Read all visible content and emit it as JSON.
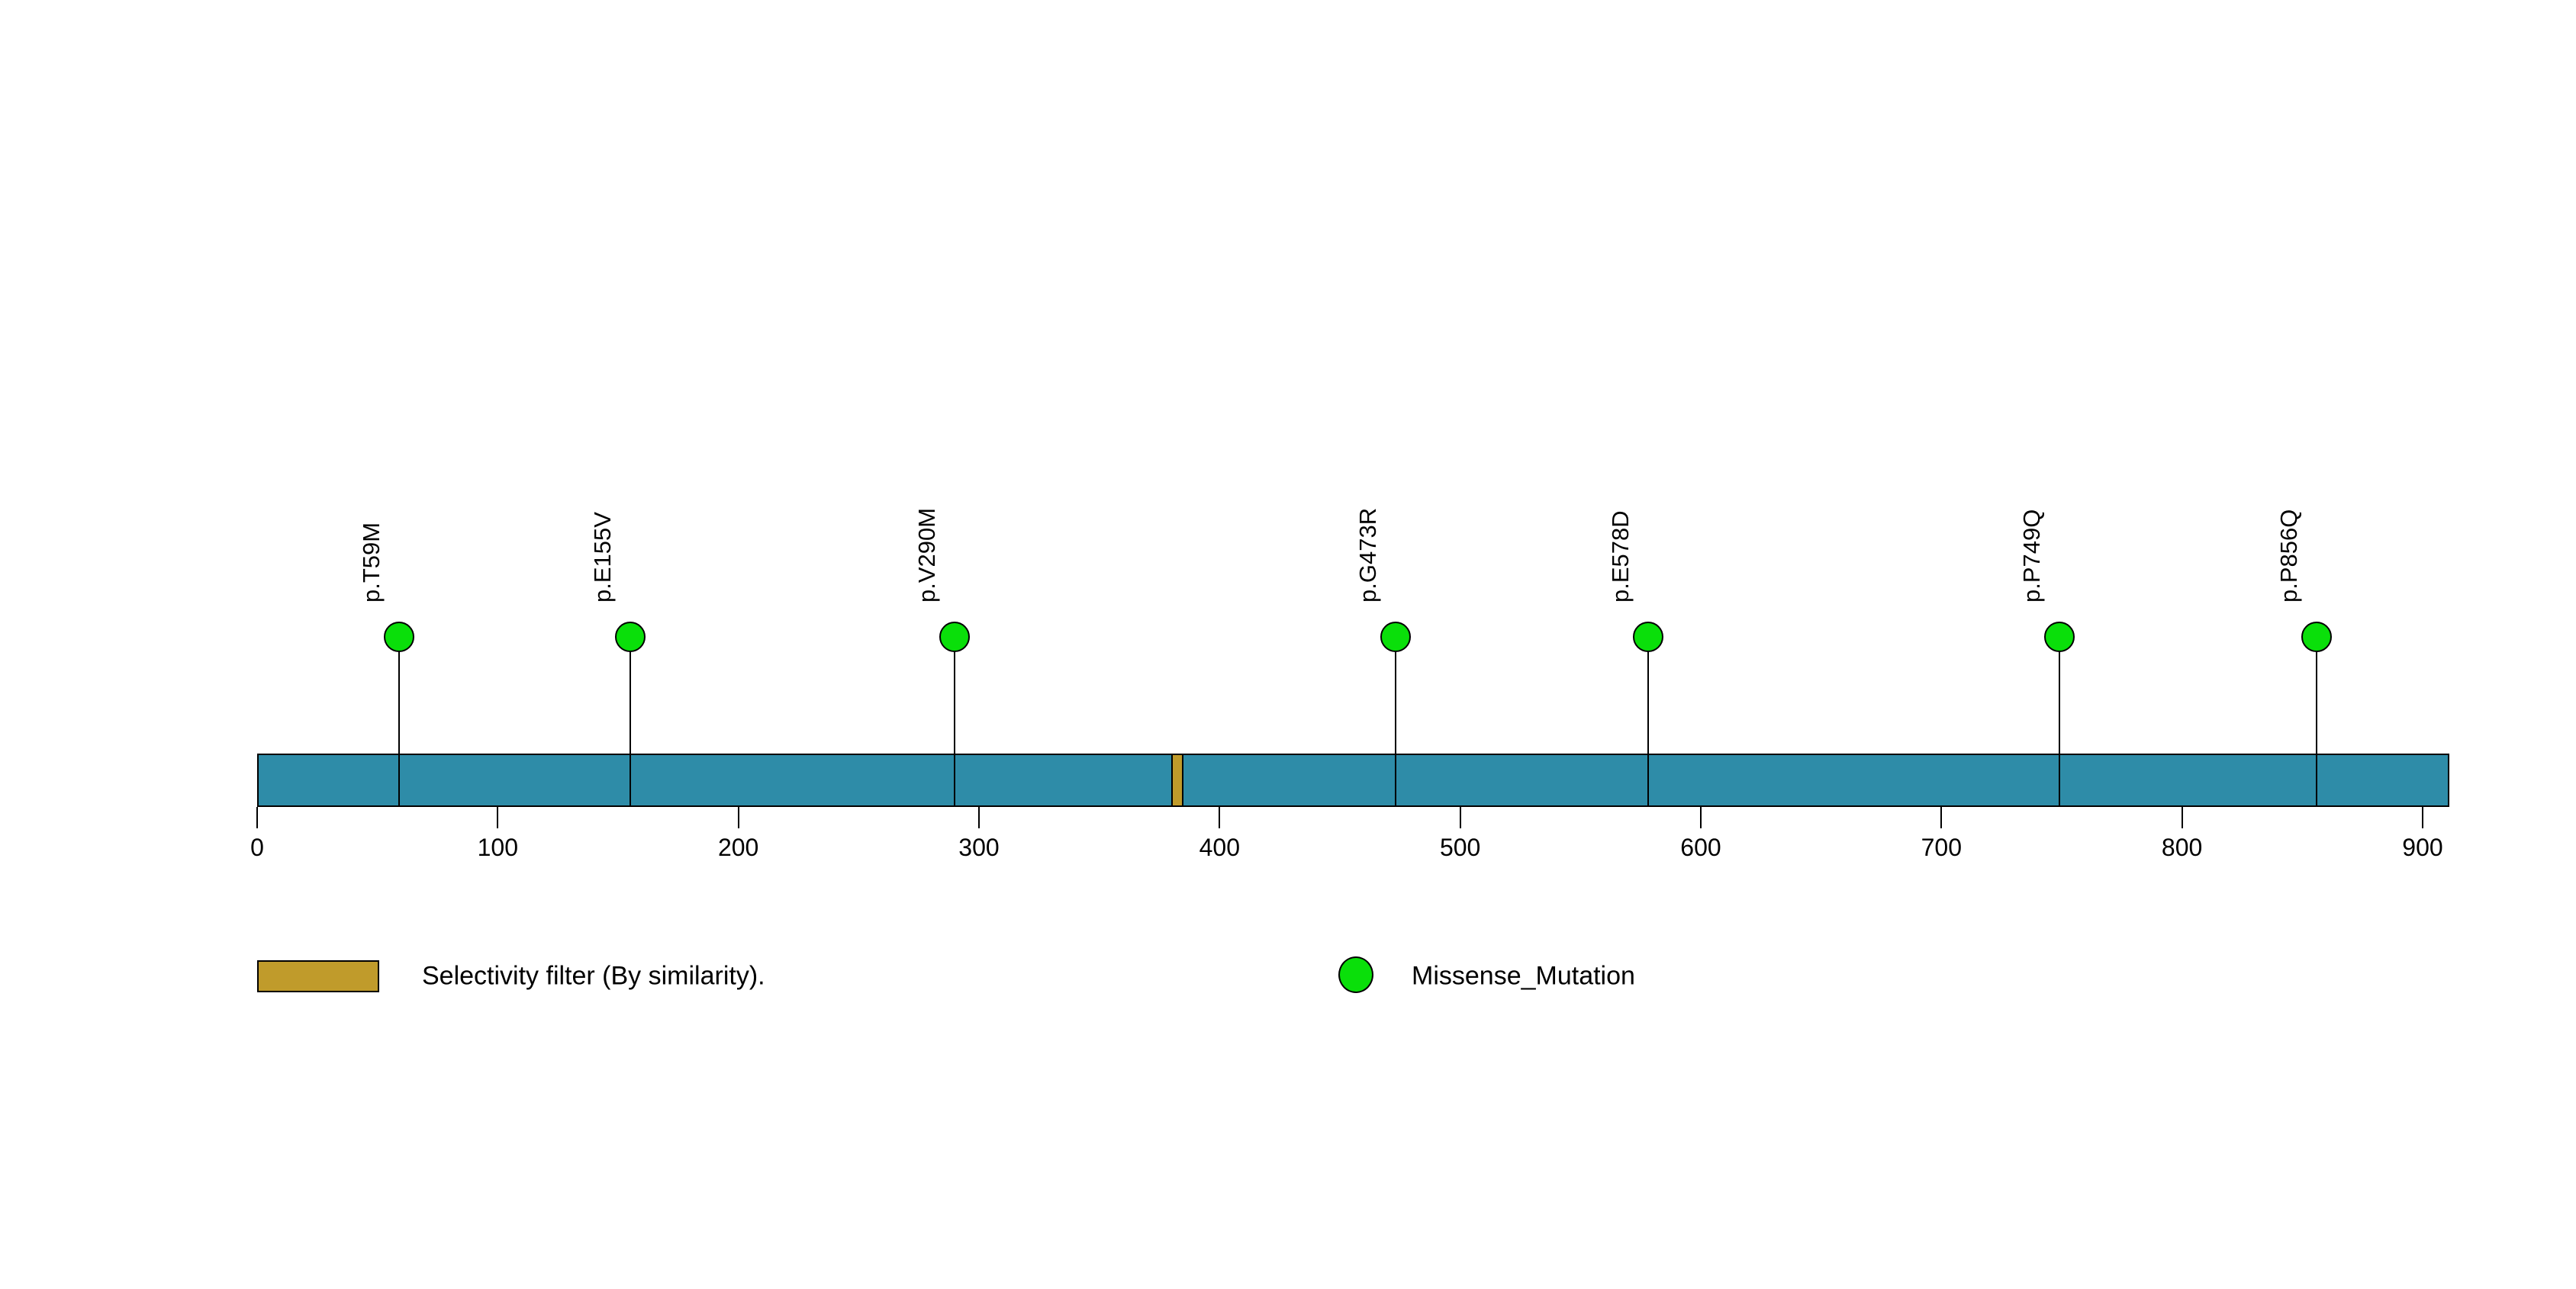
{
  "chart_data": {
    "type": "lollipop",
    "title": "",
    "protein_length": 911,
    "xlim": [
      0,
      911
    ],
    "axis_ticks": [
      0,
      100,
      200,
      300,
      400,
      500,
      600,
      700,
      800,
      900
    ],
    "mutations": [
      {
        "label": "p.T59M",
        "position": 59,
        "type": "Missense_Mutation"
      },
      {
        "label": "p.E155V",
        "position": 155,
        "type": "Missense_Mutation"
      },
      {
        "label": "p.V290M",
        "position": 290,
        "type": "Missense_Mutation"
      },
      {
        "label": "p.G473R",
        "position": 473,
        "type": "Missense_Mutation"
      },
      {
        "label": "p.E578D",
        "position": 578,
        "type": "Missense_Mutation"
      },
      {
        "label": "p.P749Q",
        "position": 749,
        "type": "Missense_Mutation"
      },
      {
        "label": "p.P856Q",
        "position": 856,
        "type": "Missense_Mutation"
      }
    ],
    "domains": [
      {
        "label": "Selectivity filter (By similarity).",
        "start": 380,
        "end": 385,
        "color": "#C09B2B"
      }
    ],
    "legend": [
      {
        "swatch": "rect",
        "color": "#C09B2B",
        "label": "Selectivity filter (By similarity)."
      },
      {
        "swatch": "circle",
        "color": "#0ADF0A",
        "label": "Missense_Mutation"
      }
    ],
    "colors": {
      "backbone": "#2E8CA8",
      "domain": "#C09B2B",
      "missense": "#0ADF0A",
      "outline": "#000000",
      "background": "#FFFFFF"
    },
    "legend_position": "bottom",
    "grid": false
  }
}
